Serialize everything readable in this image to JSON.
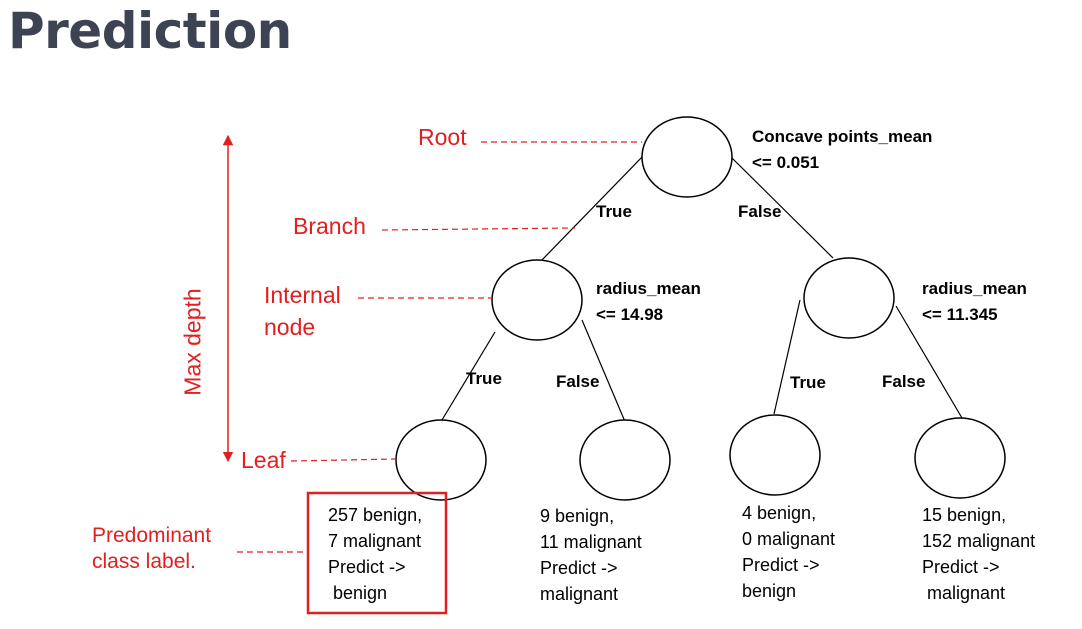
{
  "title": "Prediction",
  "colors": {
    "annotation": "#e02020",
    "title": "#3d4352",
    "ink": "#000000"
  },
  "tree": {
    "root": {
      "lines": [
        "Concave points_mean",
        "<= 0.051"
      ]
    },
    "left_internal": {
      "lines": [
        "radius_mean",
        "<= 14.98"
      ]
    },
    "right_internal": {
      "lines": [
        "radius_mean",
        "<= 11.345"
      ]
    },
    "edge_labels": {
      "root_true": "True",
      "root_false": "False",
      "left_true": "True",
      "left_false": "False",
      "right_true": "True",
      "right_false": "False"
    },
    "leaves": [
      {
        "lines": [
          "257 benign,",
          "7 malignant",
          "Predict ->",
          " benign"
        ]
      },
      {
        "lines": [
          "9 benign,",
          "11 malignant",
          "Predict ->",
          "malignant"
        ]
      },
      {
        "lines": [
          "4 benign,",
          "0 malignant",
          "Predict ->",
          "benign"
        ]
      },
      {
        "lines": [
          "15 benign,",
          "152 malignant",
          "Predict ->",
          " malignant"
        ]
      }
    ]
  },
  "annotations": {
    "root": "Root",
    "branch": "Branch",
    "internal_node": [
      "Internal",
      "node"
    ],
    "leaf": "Leaf",
    "max_depth": "Max depth",
    "predominant": [
      "Predominant",
      "class label."
    ]
  }
}
